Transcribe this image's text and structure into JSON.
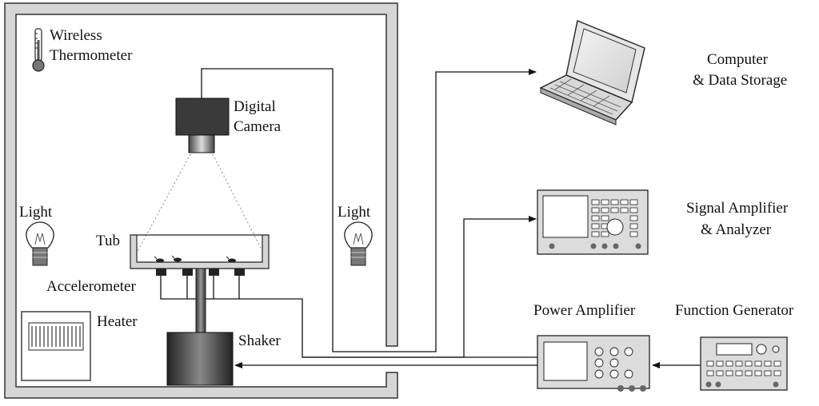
{
  "labels": {
    "thermometer_line1": "Wireless",
    "thermometer_line2": "Thermometer",
    "camera_line1": "Digital",
    "camera_line2": "Camera",
    "light_left": "Light",
    "light_right": "Light",
    "tub": "Tub",
    "accelerometer": "Accelerometer",
    "heater": "Heater",
    "shaker": "Shaker",
    "computer_line1": "Computer",
    "computer_line2": "& Data Storage",
    "analyzer_line1": "Signal Amplifier",
    "analyzer_line2": "& Analyzer",
    "power_amplifier": "Power Amplifier",
    "function_generator": "Function Generator"
  },
  "colors": {
    "enclosure_wall": "#d6d6d6",
    "device_fill": "#dcdcdc",
    "camera_body": "#3a3a3a",
    "line": "#111111"
  }
}
